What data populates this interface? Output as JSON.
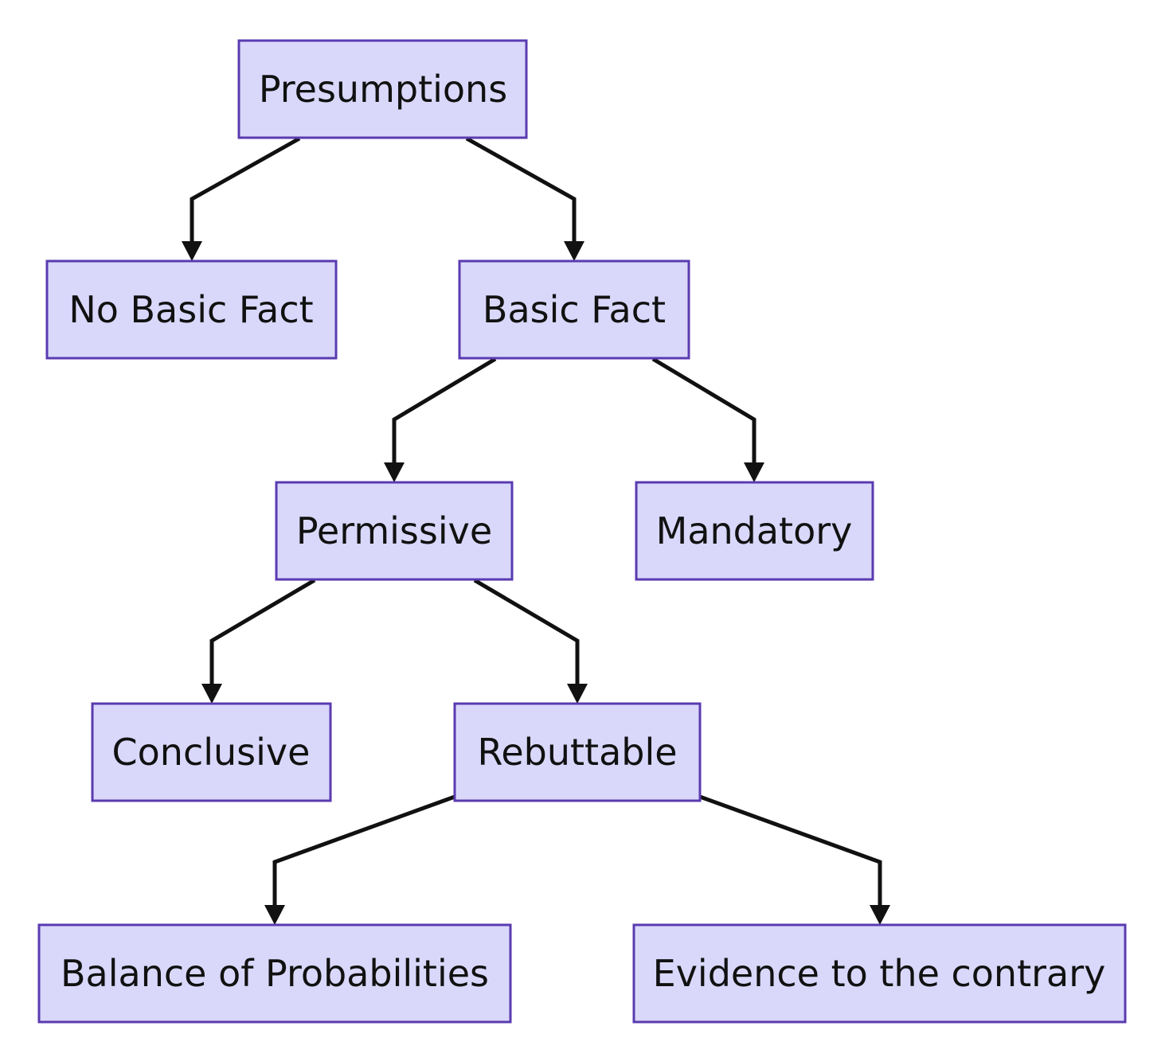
{
  "diagram": {
    "type": "flowchart-top-down",
    "colors": {
      "node_fill": "#d9d8fb",
      "node_border": "#5a3bb0",
      "edge": "#111111",
      "text": "#111111",
      "background": "#ffffff"
    },
    "nodes": {
      "presumptions": "Presumptions",
      "no_basic_fact": "No Basic Fact",
      "basic_fact": "Basic Fact",
      "permissive": "Permissive",
      "mandatory": "Mandatory",
      "conclusive": "Conclusive",
      "rebuttable": "Rebuttable",
      "balance_of_probabilities": "Balance of Probabilities",
      "evidence_to_the_contrary": "Evidence to the contrary"
    },
    "edges": [
      {
        "from": "presumptions",
        "to": "no_basic_fact"
      },
      {
        "from": "presumptions",
        "to": "basic_fact"
      },
      {
        "from": "basic_fact",
        "to": "permissive"
      },
      {
        "from": "basic_fact",
        "to": "mandatory"
      },
      {
        "from": "permissive",
        "to": "conclusive"
      },
      {
        "from": "permissive",
        "to": "rebuttable"
      },
      {
        "from": "rebuttable",
        "to": "balance_of_probabilities"
      },
      {
        "from": "rebuttable",
        "to": "evidence_to_the_contrary"
      }
    ]
  }
}
